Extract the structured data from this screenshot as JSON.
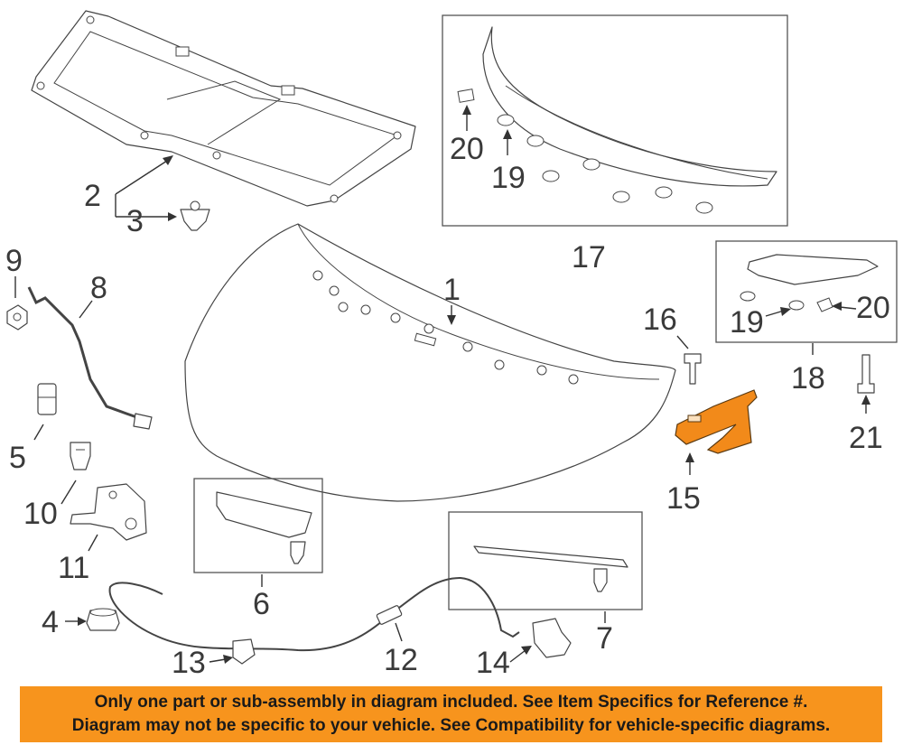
{
  "callouts": {
    "c1": "1",
    "c2": "2",
    "c3": "3",
    "c4": "4",
    "c5": "5",
    "c6": "6",
    "c7": "7",
    "c8": "8",
    "c9": "9",
    "c10": "10",
    "c11": "11",
    "c12": "12",
    "c13": "13",
    "c14": "14",
    "c15": "15",
    "c16": "16",
    "c17": "17",
    "c18": "18",
    "c19a": "19",
    "c19b": "19",
    "c20a": "20",
    "c20b": "20",
    "c21": "21"
  },
  "highlight_color": "#f28a1a",
  "banner": {
    "line1": "Only one part or sub-assembly in diagram included. See Item Specifics for Reference #.",
    "line2": "Diagram may not be specific to your vehicle. See Compatibility for vehicle-specific diagrams.",
    "background": "#f7941d"
  }
}
